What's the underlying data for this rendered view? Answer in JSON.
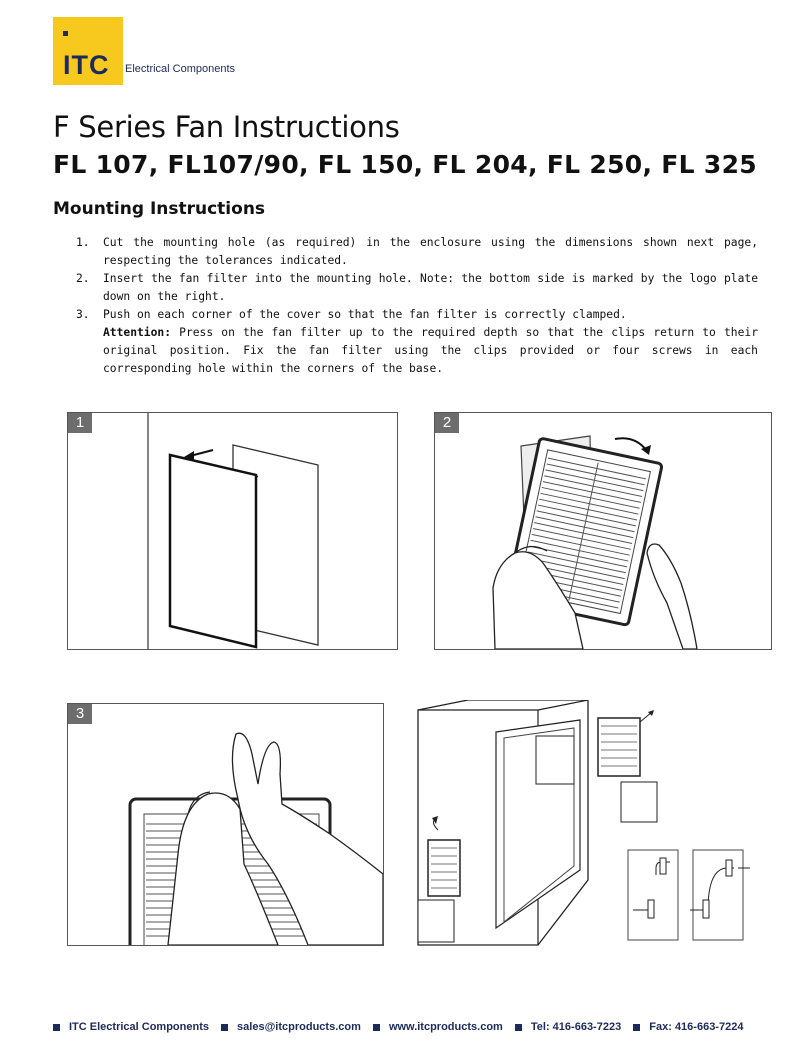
{
  "logo": {
    "mark": "ITC",
    "subtitle": "Electrical Components"
  },
  "title": "F Series Fan Instructions",
  "models": "FL 107, FL107/90, FL 150, FL 204, FL 250, FL 325",
  "section": "Mounting Instructions",
  "steps": [
    {
      "num": "1.",
      "text": "Cut the mounting hole (as required) in the enclosure using the dimensions shown next page, respecting the tolerances indicated."
    },
    {
      "num": "2.",
      "text": "Insert the fan filter into the mounting hole. Note: the bottom side is marked by the logo plate down on the right."
    },
    {
      "num": "3.",
      "text": "Push on each corner of the cover so that the fan filter is correctly clamped.",
      "attention_label": "Attention:",
      "attention_text": " Press on the fan filter up to the required depth so that the clips return to their original position. Fix the fan filter using the clips provided or four screws in each corresponding hole within the corners of the base."
    }
  ],
  "figures": [
    {
      "badge": "1"
    },
    {
      "badge": "2"
    },
    {
      "badge": "3"
    }
  ],
  "footer": {
    "company": "ITC Electrical Components",
    "email": "sales@itcproducts.com",
    "website": "www.itcproducts.com",
    "tel": "Tel: 416-663-7223",
    "fax": "Fax: 416-663-7224"
  }
}
